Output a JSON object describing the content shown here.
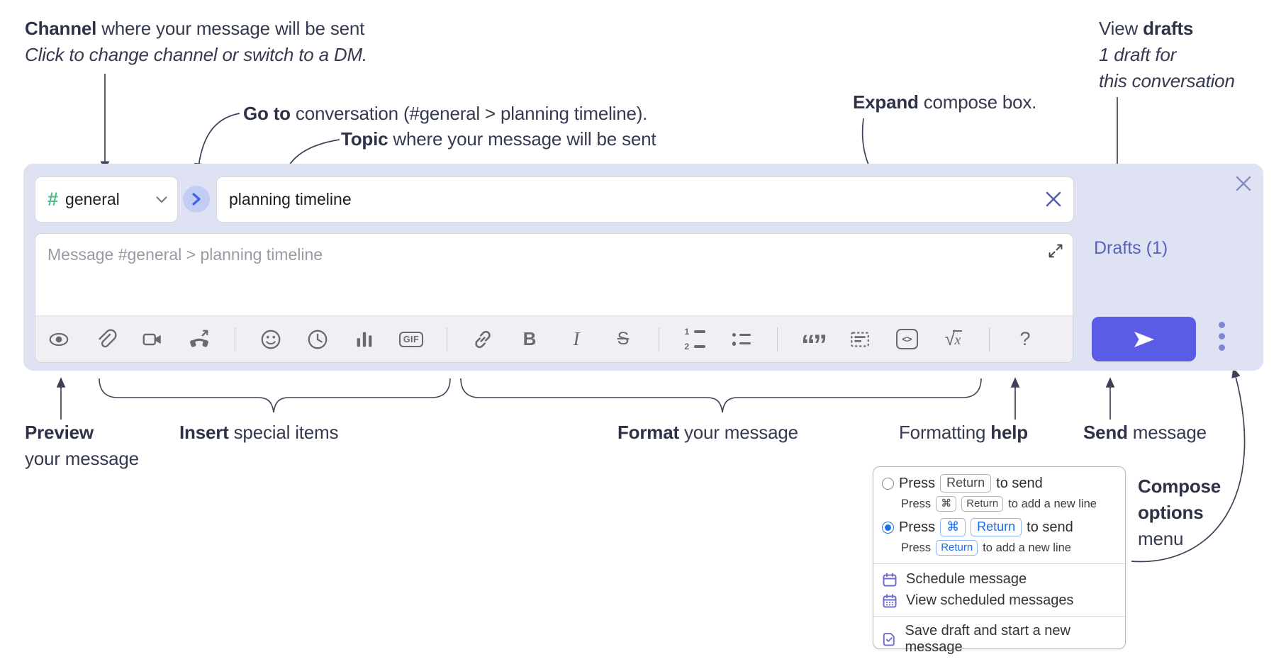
{
  "annotations": {
    "channel": {
      "bold": "Channel",
      "rest": " where your message will be sent",
      "line2": "Click to change channel or switch to a DM."
    },
    "goto": {
      "bold": "Go to",
      "rest": " conversation (#general > planning timeline)."
    },
    "topic": {
      "bold": "Topic",
      "rest": " where your message will be sent"
    },
    "expand": {
      "bold": "Expand",
      "rest": " compose box."
    },
    "drafts": {
      "line1_pre": "View ",
      "line1_bold": "drafts",
      "line2": "1 draft for",
      "line3": "this conversation"
    },
    "preview": {
      "bold": "Preview",
      "line2": "your message"
    },
    "insert": {
      "bold": "Insert",
      "rest": " special items"
    },
    "format": {
      "bold": "Format",
      "rest": " your message"
    },
    "formatting_help": {
      "pre": "Formatting ",
      "bold": "help"
    },
    "send": {
      "bold": "Send",
      "rest": " message"
    },
    "compose_options": {
      "line1": "Compose",
      "line2": "options",
      "line3": "menu"
    }
  },
  "compose": {
    "channel_hash": "#",
    "channel_name": "general",
    "topic_value": "planning timeline",
    "message_placeholder": "Message #general > planning timeline",
    "drafts_link": "Drafts (1)"
  },
  "toolbar": {
    "icon_names": [
      "preview-eye-icon",
      "attach-paperclip-icon",
      "video-call-icon",
      "audio-call-icon",
      "emoji-icon",
      "time-icon",
      "poll-icon",
      "gif-icon",
      "link-icon",
      "bold-icon",
      "italic-icon",
      "strikethrough-icon",
      "numbered-list-icon",
      "bulleted-list-icon",
      "quote-icon",
      "spoiler-icon",
      "code-icon",
      "math-icon",
      "help-icon"
    ],
    "glyphs": {
      "bold": "B",
      "italic": "I",
      "strike": "S",
      "gif": "GIF",
      "quotes": "“”",
      "code": "<>",
      "root": "√",
      "var": "x",
      "help": "?",
      "ol1": "1",
      "ol2": "2"
    }
  },
  "popup": {
    "opt_return": {
      "pre": "Press",
      "kbd1": "Return",
      "post": "to send",
      "sub_pre": "Press",
      "sub_kbd1": "⌘",
      "sub_kbd2": "Return",
      "sub_post": "to add a new line"
    },
    "opt_cmd_return": {
      "pre": "Press",
      "kbd1": "⌘",
      "kbd2": "Return",
      "post": "to send",
      "sub_pre": "Press",
      "sub_kbd1": "Return",
      "sub_post": "to add a new line"
    },
    "items": [
      {
        "label": "Schedule message"
      },
      {
        "label": "View scheduled messages"
      },
      {
        "label": "Save draft and start a new message"
      }
    ]
  },
  "colors": {
    "compose_bg": "#dee2f3",
    "send_button": "#5a5ce6",
    "drafts_link": "#5a63bc",
    "hash_green": "#4fbd85",
    "circle_button_bg": "#c2cdf6",
    "circle_chevron": "#3a63e8",
    "radio_selected": "#1a73e8",
    "kbd_blue": "#1a6ce8",
    "menu_icon_purple": "#6f6cc8",
    "arrow": "#3f4257",
    "toolbar_bg": "#efeff4",
    "toolbar_icon": "#6a6a6a",
    "close_x": "#878cc0",
    "clear_x": "#5560ae"
  }
}
